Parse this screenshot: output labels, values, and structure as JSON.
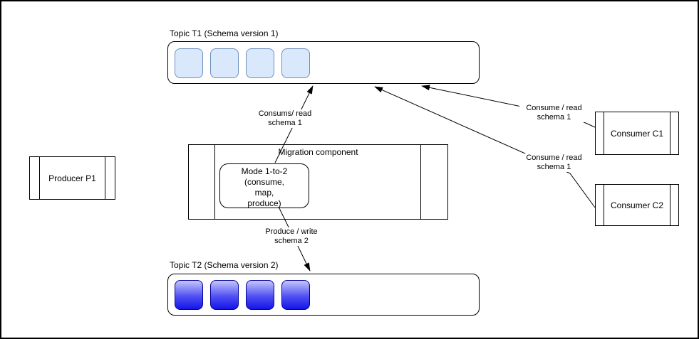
{
  "topics": {
    "t1": {
      "label": "Topic T1 (Schema version 1)",
      "message_count": 4,
      "message_fill": "#dae8fc",
      "message_stroke": "#6c8ebf"
    },
    "t2": {
      "label": "Topic T2 (Schema version 2)",
      "message_count": 4,
      "message_fill_top": "#c6c6fb",
      "message_fill_bottom": "#1414e8",
      "message_stroke": "#000099"
    }
  },
  "producer": {
    "label": "Producer P1"
  },
  "migration": {
    "title": "Migration component",
    "mode": {
      "line1": "Mode 1-to-2",
      "line2": "(consume,",
      "line3": "map,",
      "line4": "produce)"
    }
  },
  "consumers": {
    "c1": {
      "label": "Consumer C1"
    },
    "c2": {
      "label": "Consumer C2"
    }
  },
  "edge_labels": {
    "migration_consume": {
      "line1": "Consums/ read",
      "line2": "schema 1"
    },
    "migration_produce": {
      "line1": "Produce / write",
      "line2": "schema 2"
    },
    "c1_consume": {
      "line1": "Consume / read",
      "line2": "schema 1"
    },
    "c2_consume": {
      "line1": "Consume / read",
      "line2": "schema 1"
    }
  },
  "colors": {
    "line": "#000000",
    "background": "#ffffff",
    "border": "#000000"
  }
}
